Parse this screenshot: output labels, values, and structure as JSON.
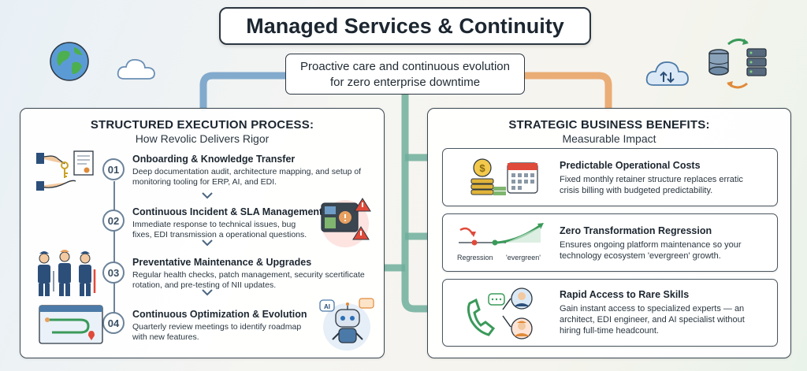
{
  "title": "Managed Services & Continuity",
  "subtitle_line1": "Proactive care and continuous evolution",
  "subtitle_line2": "for zero enterprise downtime",
  "colors": {
    "connector_blue": "#6f9cc6",
    "connector_teal": "#6fae9b",
    "connector_orange": "#e8a060",
    "accent_green": "#2f8a4a"
  },
  "left_panel": {
    "title": "STRUCTURED EXECUTION PROCESS:",
    "subtitle": "How Revolic Delivers Rigor",
    "steps": [
      {
        "number": "01",
        "title": "Onboarding & Knowledge Transfer",
        "desc_line1": "Deep documentation audit, architecture mapping, and setup of",
        "desc_line2": "monitoring tooling for ERP, AI, and EDI.",
        "icon": "handshake-key-document-icon"
      },
      {
        "number": "02",
        "title": "Continuous Incident & SLA Management",
        "desc_line1": "Immediate response to technical issues, bug",
        "desc_line2": "fixes, EDI transmission a operational questions.",
        "icon": "dashboard-alert-icon"
      },
      {
        "number": "03",
        "title": "Preventative Maintenance & Upgrades",
        "desc_line1": "Regular health checks, patch management, security scertificate",
        "desc_line2": "rotation, and pre-testing of NII updates.",
        "icon": "engineers-team-icon"
      },
      {
        "number": "04",
        "title": "Continuous Optimization & Evolution",
        "desc_line1": "Quarterly review meetings to identify roadmap",
        "desc_line2": "with new features.",
        "icon": "ai-robot-icon"
      }
    ]
  },
  "right_panel": {
    "title": "STRATEGIC BUSINESS BENEFITS:",
    "subtitle": "Measurable Impact",
    "benefits": [
      {
        "title": "Predictable Operational Costs",
        "desc_line1": "Fixed monthly retainer structure replaces erratic",
        "desc_line2": "crisis billing with budgeted predictability.",
        "icon": "coins-calendar-icon"
      },
      {
        "title": "Zero Transformation Regression",
        "desc_line1": "Ensures ongoing platform maintenance so your",
        "desc_line2": "technology ecosystem 'evergreen' growth.",
        "icon": "regression-growth-icon",
        "label_left": "Regression",
        "label_right": "'evergreen'"
      },
      {
        "title": "Rapid Access to Rare Skills",
        "desc_line1": "Gain instant access to specialized experts — an",
        "desc_line2": "architect, EDI engineer, and AI specialist without",
        "desc_line3": "hiring full-time headcount.",
        "icon": "phone-experts-icon"
      }
    ]
  },
  "decor": {
    "left": [
      "globe-icon",
      "cloud-icon"
    ],
    "right": [
      "cloud-sync-icon",
      "database-sync-icon"
    ],
    "robot_badge": "AI"
  }
}
